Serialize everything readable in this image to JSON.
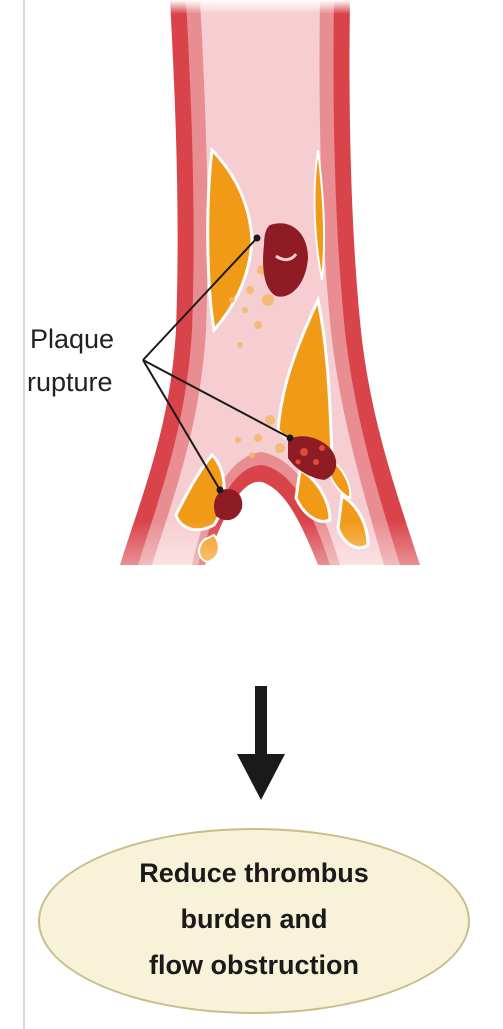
{
  "annotation": {
    "lines": [
      "Plaque",
      "rupture"
    ]
  },
  "outcome": {
    "lines": [
      "Reduce thrombus",
      "burden and",
      "flow obstruction"
    ]
  },
  "colors": {
    "vessel_wall": "#d9434a",
    "vessel_wall_light": "#e88d91",
    "lumen": "#f6cdd0",
    "plaque": "#f19a18",
    "plaque_edge": "#ffffff",
    "thrombus": "#8f1b24",
    "outcome_fill": "#f7f2d8",
    "outcome_border": "#c9bd8b",
    "arrow": "#1a1a1a"
  },
  "icons": [
    "artery-bifurcation-illustration",
    "down-arrow-icon",
    "leader-line"
  ]
}
